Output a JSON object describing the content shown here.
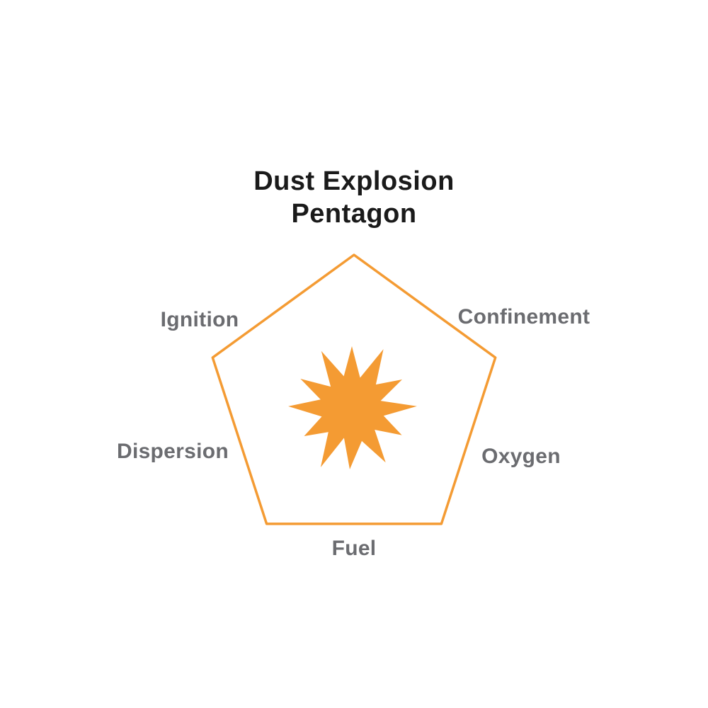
{
  "title": {
    "line1": "Dust Explosion",
    "line2": "Pentagon"
  },
  "labels": {
    "ignition": "Ignition",
    "confinement": "Confinement",
    "oxygen": "Oxygen",
    "dispersion": "Dispersion",
    "fuel": "Fuel"
  },
  "icons": {
    "center": "explosion-starburst-icon",
    "outline": "pentagon-outline"
  },
  "colors": {
    "accent_orange": "#F49B33",
    "label_gray": "#6B6C70",
    "title_black": "#1A1A1A",
    "background": "#FFFFFF"
  }
}
